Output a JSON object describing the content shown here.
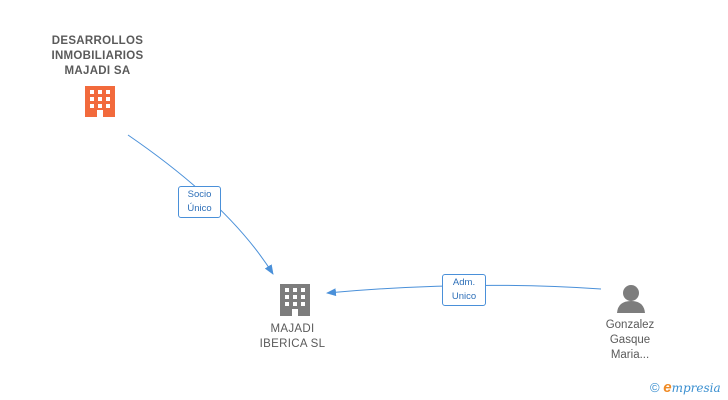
{
  "nodes": {
    "parent": {
      "lines": [
        "DESARROLLOS",
        "INMOBILIARIOS",
        "MAJADI SA"
      ],
      "icon": "building-icon",
      "color": "#f26a3c"
    },
    "subject": {
      "lines": [
        "MAJADI",
        "IBERICA SL"
      ],
      "icon": "building-icon",
      "color": "#7d7d7d"
    },
    "person": {
      "lines": [
        "Gonzalez",
        "Gasque",
        "Maria..."
      ],
      "icon": "person-icon",
      "color": "#7d7d7d"
    }
  },
  "edges": {
    "socio": {
      "lines": [
        "Socio",
        "Único"
      ]
    },
    "adm": {
      "lines": [
        "Adm.",
        "Unico"
      ]
    }
  },
  "colors": {
    "edge": "#4a90d9"
  },
  "brand": {
    "copyright": "©",
    "e": "e",
    "rest": "mpresia"
  }
}
